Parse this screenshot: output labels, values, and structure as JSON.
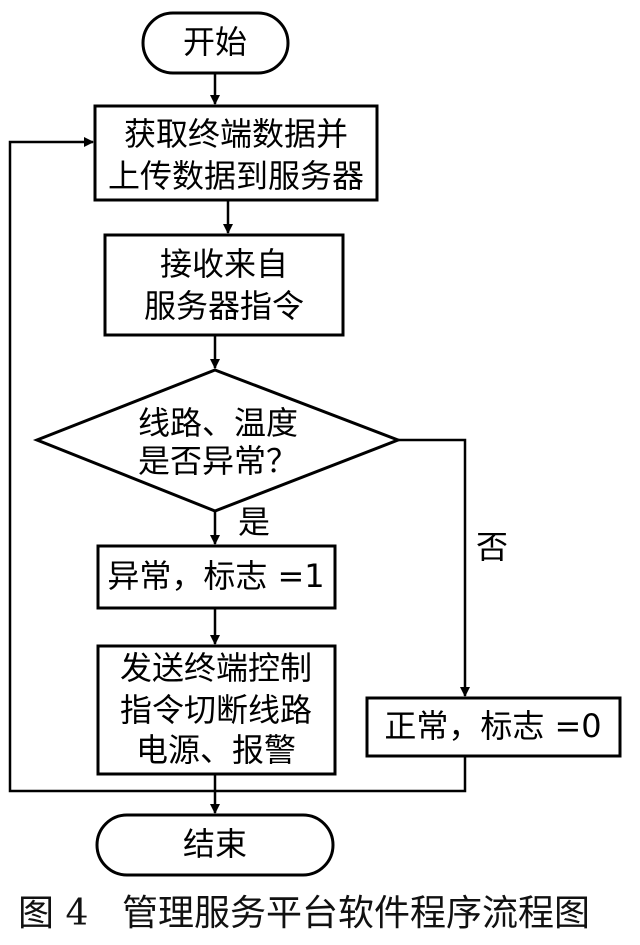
{
  "flowchart": {
    "start": "开始",
    "step1_line1": "获取终端数据并",
    "step1_line2": "上传数据到服务器",
    "step2_line1": "接收来自",
    "step2_line2": "服务器指令",
    "decision_line1": "线路、温度",
    "decision_line2": "是否异常？",
    "yes_label": "是",
    "no_label": "否",
    "abnormal": "异常，标志 =1",
    "action_line1": "发送终端控制",
    "action_line2": "指令切断线路",
    "action_line3": "电源、报警",
    "normal": "正常，标志 =0",
    "end": "结束"
  },
  "caption": {
    "figure_number": "图 4",
    "title": "管理服务平台软件程序流程图"
  }
}
